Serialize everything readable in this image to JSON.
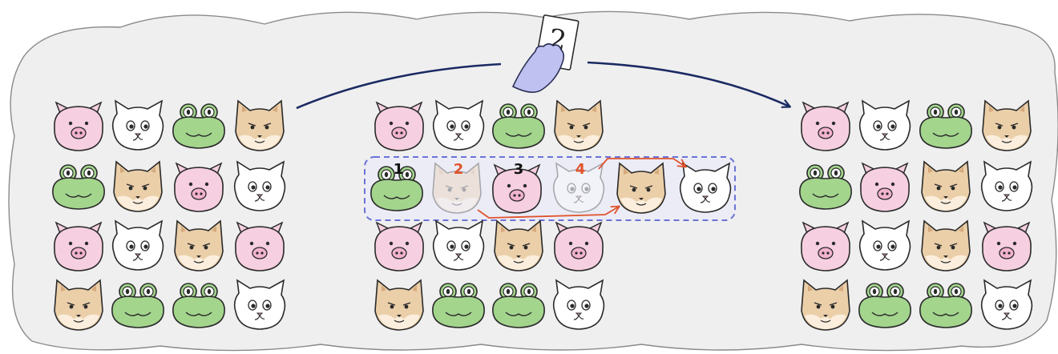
{
  "card": {
    "number": "2"
  },
  "colors": {
    "pig": "#f6cfe0",
    "cat": "#ffffff",
    "frog": "#a3d58d",
    "fox": "#ebcfa9",
    "background": "#efefef",
    "selection": "#6b72d6",
    "arrow_main": "#1b2a63",
    "arrow_move": "#e0532c",
    "label_default": "#111111",
    "label_highlight": "#e0532c"
  },
  "grids": {
    "before": [
      [
        "pig",
        "cat",
        "frog",
        "fox"
      ],
      [
        "frog",
        "fox",
        "pig",
        "cat"
      ],
      [
        "pig",
        "cat",
        "fox",
        "pig"
      ],
      [
        "fox",
        "frog",
        "frog",
        "cat"
      ]
    ],
    "middle": [
      [
        "pig",
        "cat",
        "frog",
        "fox"
      ],
      [],
      [
        "pig",
        "cat",
        "fox",
        "pig"
      ],
      [
        "fox",
        "frog",
        "frog",
        "cat"
      ]
    ],
    "after": [
      [
        "pig",
        "cat",
        "frog",
        "fox"
      ],
      [
        "frog",
        "pig",
        "fox",
        "cat"
      ],
      [
        "pig",
        "cat",
        "fox",
        "pig"
      ],
      [
        "fox",
        "frog",
        "frog",
        "cat"
      ]
    ]
  },
  "selection_row": [
    {
      "animal": "frog",
      "label": "1",
      "faded": false,
      "highlight": false
    },
    {
      "animal": "fox",
      "label": "2",
      "faded": true,
      "highlight": true
    },
    {
      "animal": "pig",
      "label": "3",
      "faded": false,
      "highlight": false
    },
    {
      "animal": "cat",
      "label": "4",
      "faded": true,
      "highlight": true
    },
    {
      "animal": "fox",
      "label": "",
      "faded": false,
      "highlight": false
    },
    {
      "animal": "cat",
      "label": "",
      "faded": false,
      "highlight": false
    }
  ]
}
